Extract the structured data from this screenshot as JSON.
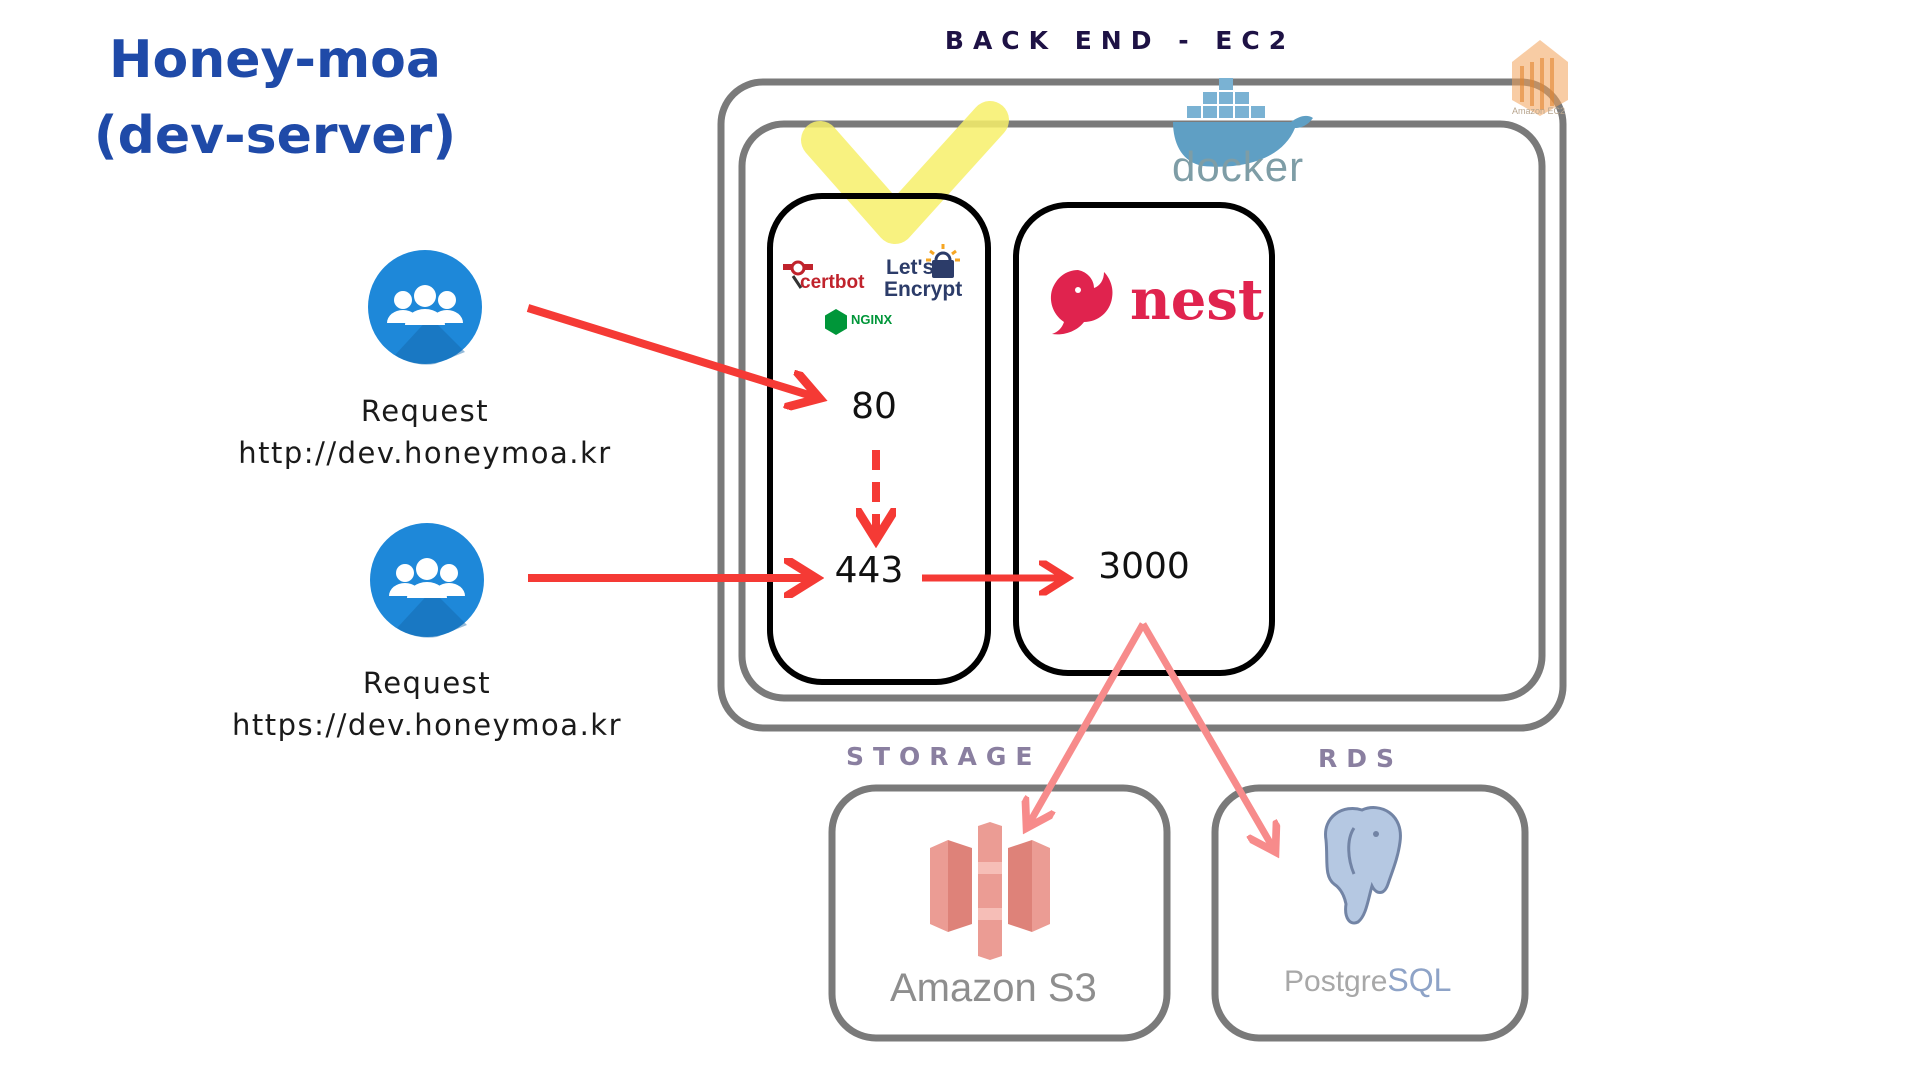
{
  "title": {
    "line1": "Honey-moa",
    "line2": "(dev-server)"
  },
  "labels": {
    "backend": "BACK END - EC2",
    "storage": "STORAGE",
    "rds": "RDS",
    "ec2_icon_caption": "Amazon EC2"
  },
  "requests": [
    {
      "label": "Request",
      "url": "http://dev.honeymoa.kr"
    },
    {
      "label": "Request",
      "url": "https://dev.honeymoa.kr"
    }
  ],
  "ports": {
    "http": "80",
    "https": "443",
    "app": "3000"
  },
  "logos": {
    "docker": "docker",
    "certbot": "certbot",
    "letsencrypt_line1": "Let's",
    "letsencrypt_line2": "Encrypt",
    "nginx": "NGINX",
    "nest": "nest",
    "s3": "Amazon S3",
    "postgres_a": "Postgre",
    "postgres_b": "SQL"
  },
  "colors": {
    "title": "#1f4aa8",
    "arrow": "#f53a35",
    "arrow_light": "#f78b8b",
    "box_outline": "#7a7a7a",
    "highlight": "#f7f06a",
    "users_icon": "#1e88d9",
    "nest_red": "#e0234e",
    "s3_orange": "#e7857a",
    "docker_blue": "#5f9fc4"
  },
  "icons": [
    "users-icon",
    "docker-icon",
    "certbot-icon",
    "letsencrypt-icon",
    "nginx-icon",
    "nest-icon",
    "s3-icon",
    "postgresql-icon",
    "ec2-icon",
    "checkmark-icon"
  ]
}
